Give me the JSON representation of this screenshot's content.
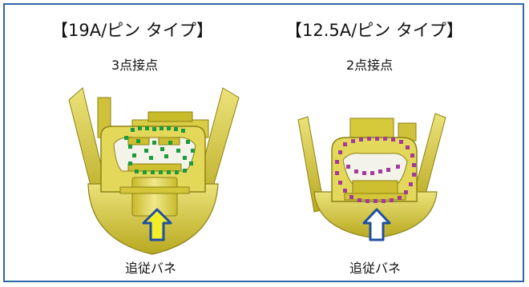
{
  "left": {
    "title": "【19A/ピン タイプ】",
    "subtitle": "3点接点",
    "caption": "追従バネ",
    "dot_color": "#1a9a3c"
  },
  "right": {
    "title": "【12.5A/ピン タイプ】",
    "subtitle": "2点接点",
    "caption": "追従バネ",
    "dot_color": "#a23a9a"
  },
  "colors": {
    "border": "#2f66a8",
    "body_yellow": "#d6c93a",
    "arrow_fill": "#f4ee2a",
    "arrow_stroke": "#1f4fa0"
  }
}
